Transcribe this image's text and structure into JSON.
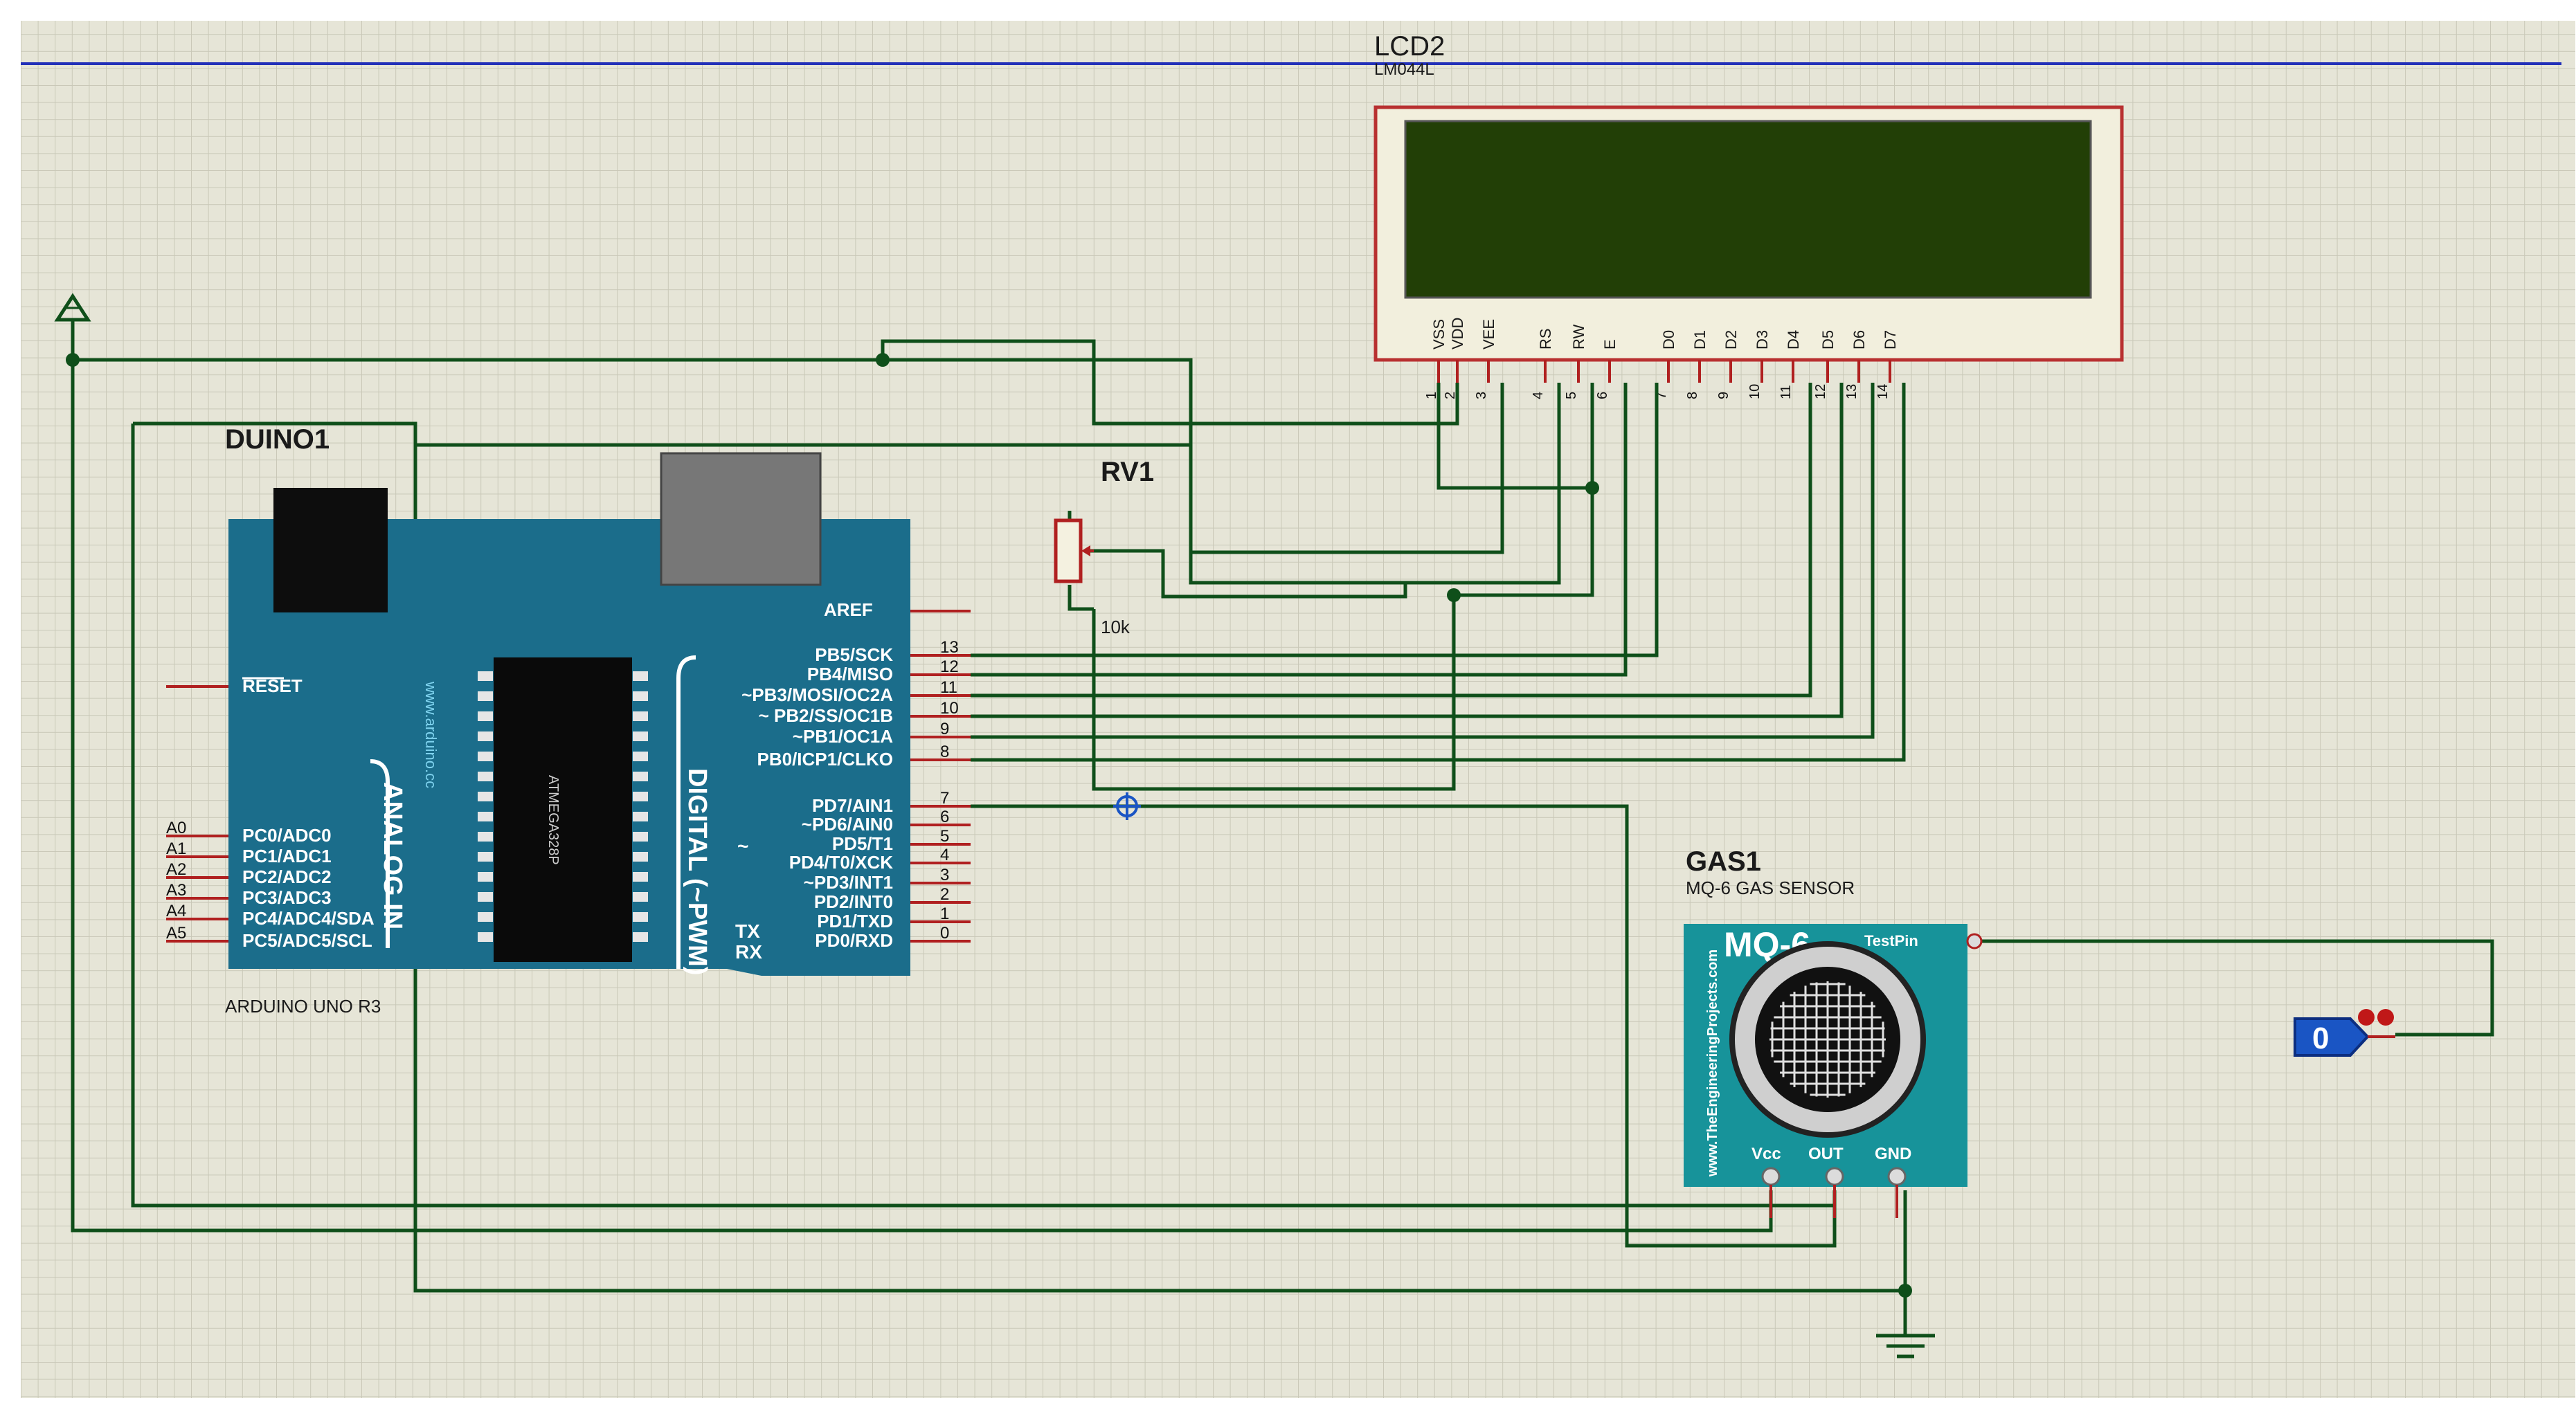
{
  "colors": {
    "grid_bg": "#e6e5d7",
    "grid_line": "#c9c8b8",
    "wire": "#0f4f1a",
    "board": "#1b6d8b",
    "lcd_frame": "#f2efdd",
    "lcd_border": "#b83030",
    "lcd_screen": "#223f06",
    "sensor": "#17939a",
    "pin_red": "#b02020",
    "probe": "#1a55c4"
  },
  "lcd": {
    "ref": "LCD2",
    "model": "LM044L",
    "pins": [
      {
        "name": "VSS",
        "num": "1"
      },
      {
        "name": "VDD",
        "num": "2"
      },
      {
        "name": "VEE",
        "num": "3"
      },
      {
        "name": "RS",
        "num": "4"
      },
      {
        "name": "RW",
        "num": "5"
      },
      {
        "name": "E",
        "num": "6"
      },
      {
        "name": "D0",
        "num": "7"
      },
      {
        "name": "D1",
        "num": "8"
      },
      {
        "name": "D2",
        "num": "9"
      },
      {
        "name": "D3",
        "num": "10"
      },
      {
        "name": "D4",
        "num": "11"
      },
      {
        "name": "D5",
        "num": "12"
      },
      {
        "name": "D6",
        "num": "13"
      },
      {
        "name": "D7",
        "num": "14"
      }
    ]
  },
  "arduino": {
    "ref": "DUINO1",
    "model": "ARDUINO UNO R3",
    "chip_label": "ATMEGA328P",
    "website": "www.arduino.cc",
    "analog_title": "ANALOG IN",
    "digital_title": "DIGITAL (~PWM)",
    "aref": "AREF",
    "reset": "RESET",
    "tx": "TX",
    "rx": "RX",
    "tilde": "~",
    "right_pins": [
      {
        "label": "PB5/SCK",
        "num": "13"
      },
      {
        "label": "PB4/MISO",
        "num": "12"
      },
      {
        "label": "~PB3/MOSI/OC2A",
        "num": "11"
      },
      {
        "label": "~ PB2/SS/OC1B",
        "num": "10"
      },
      {
        "label": "~PB1/OC1A",
        "num": "9"
      },
      {
        "label": "PB0/ICP1/CLKO",
        "num": "8"
      },
      {
        "label": "PD7/AIN1",
        "num": "7"
      },
      {
        "label": "~PD6/AIN0",
        "num": "6"
      },
      {
        "label": "PD5/T1",
        "num": "5"
      },
      {
        "label": "PD4/T0/XCK",
        "num": "4"
      },
      {
        "label": "~PD3/INT1",
        "num": "3"
      },
      {
        "label": "PD2/INT0",
        "num": "2"
      },
      {
        "label": "PD1/TXD",
        "num": "1"
      },
      {
        "label": "PD0/RXD",
        "num": "0"
      }
    ],
    "left_pins": [
      {
        "label": "PC0/ADC0",
        "num": "A0"
      },
      {
        "label": "PC1/ADC1",
        "num": "A1"
      },
      {
        "label": "PC2/ADC2",
        "num": "A2"
      },
      {
        "label": "PC3/ADC3",
        "num": "A3"
      },
      {
        "label": "PC4/ADC4/SDA",
        "num": "A4"
      },
      {
        "label": "PC5/ADC5/SCL",
        "num": "A5"
      }
    ]
  },
  "pot": {
    "ref": "RV1",
    "value": "10k"
  },
  "gas": {
    "ref": "GAS1",
    "model": "MQ-6 GAS SENSOR",
    "title": "MQ-6",
    "testpin": "TestPin",
    "website": "www.TheEngineeringProjects.com",
    "pins": [
      "Vcc",
      "OUT",
      "GND"
    ]
  },
  "logic_state": {
    "value": "0"
  }
}
